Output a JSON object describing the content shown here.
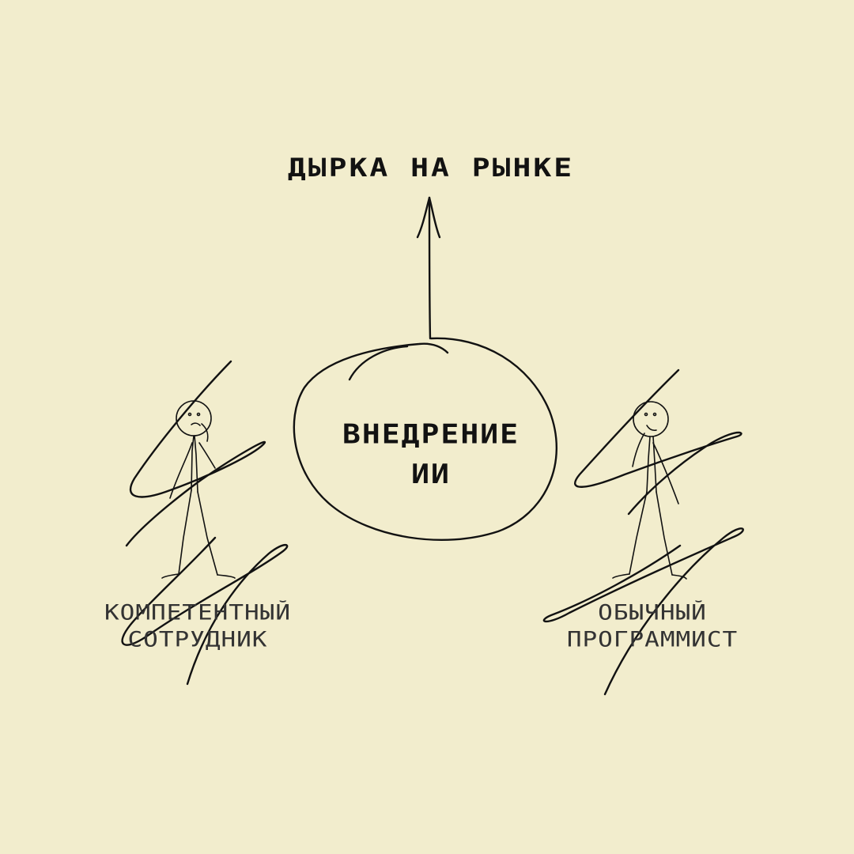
{
  "diagram": {
    "top_label": "ДЫРКА НА РЫНКЕ",
    "center_label_line1": "ВНЕДРЕНИЕ",
    "center_label_line2": "ИИ",
    "left_person_line1": "КОМПЕТЕНТНЫЙ",
    "left_person_line2": "СОТРУДНИК",
    "right_person_line1": "ОБЫЧНЫЙ",
    "right_person_line2": "ПРОГРАММИСТ"
  },
  "colors": {
    "background": "#f2edcd",
    "ink": "#121212"
  },
  "icons": {
    "left_figure": "stick-figure-icon",
    "right_figure": "stick-figure-icon",
    "cross_out": "scribble-cross-out-icon",
    "arrow": "arrow-up-icon"
  }
}
